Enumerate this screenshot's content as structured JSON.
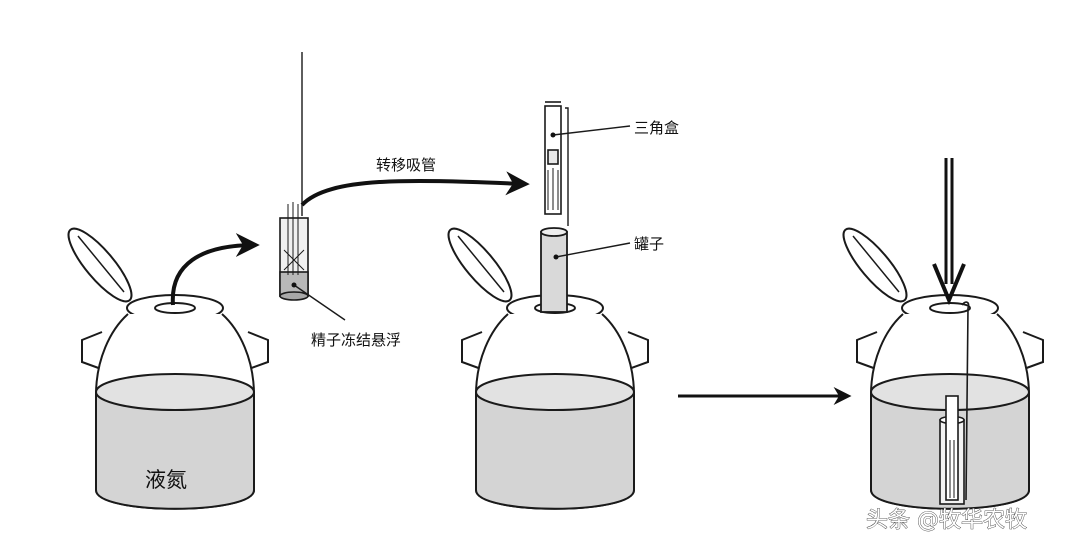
{
  "labels": {
    "liquid_nitrogen": "液氮",
    "transfer_pipette": "转移吸管",
    "frozen_semen_suspension": "精子冻结悬浮",
    "triangle_box": "三角盒",
    "canister": "罐子"
  },
  "watermark": "头条 @牧华农牧",
  "colors": {
    "liquid": "#d4d4d4",
    "liquid_top": "#e2e2e2",
    "outline": "#1a1a1a",
    "canister_fill": "#d9d9d9"
  }
}
